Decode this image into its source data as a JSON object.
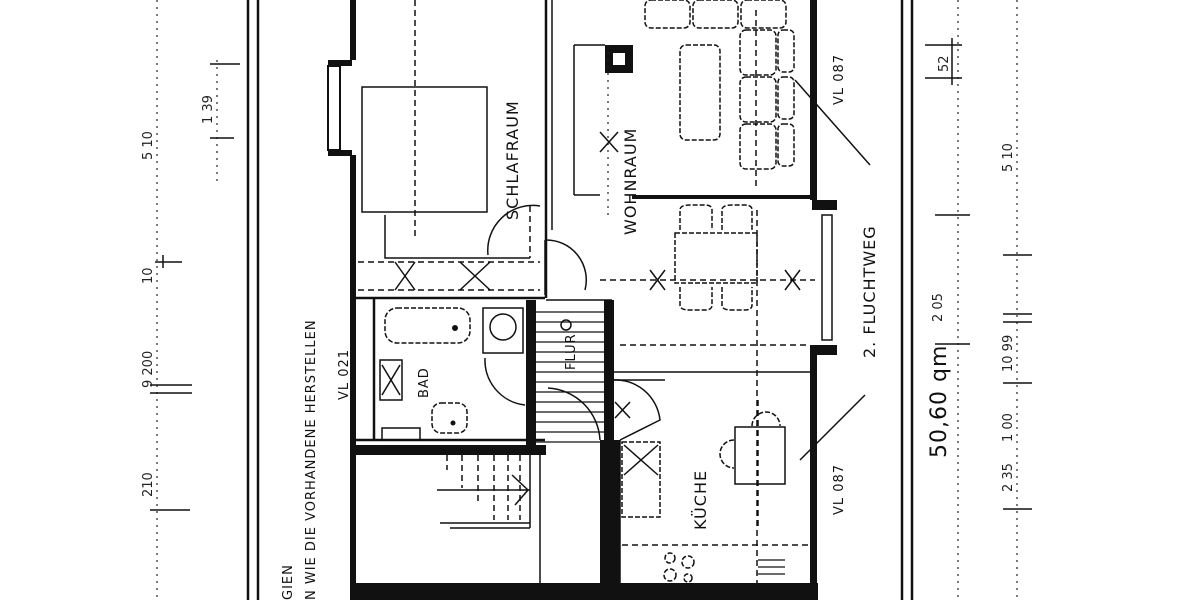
{
  "plan": {
    "area": "50,60 qm",
    "escape_route": "2. FLUCHTWEG",
    "note_line1": "GIEN",
    "note_line2": "N WIE DIE VORHANDENE HERSTELLEN",
    "rooms": {
      "schlafraum": "SCHLAFRAUM",
      "wohnraum": "WOHNRAUM",
      "bad": "BAD",
      "flur": "FLUR",
      "kueche": "KÜCHE"
    },
    "tags": {
      "vl_021": "VL 021",
      "vl_087_top": "VL 087",
      "vl_087_bottom": "VL 087"
    },
    "dimensions_left": {
      "d510": "5 10",
      "d139": "1 39",
      "d10": "10",
      "d9200": "9 200",
      "d210": "210"
    },
    "dimensions_right": {
      "d52": "52",
      "d510": "5 10",
      "d205": "2 05",
      "d1099": "10 99",
      "d100": "1 00",
      "d235": "2 35"
    }
  }
}
